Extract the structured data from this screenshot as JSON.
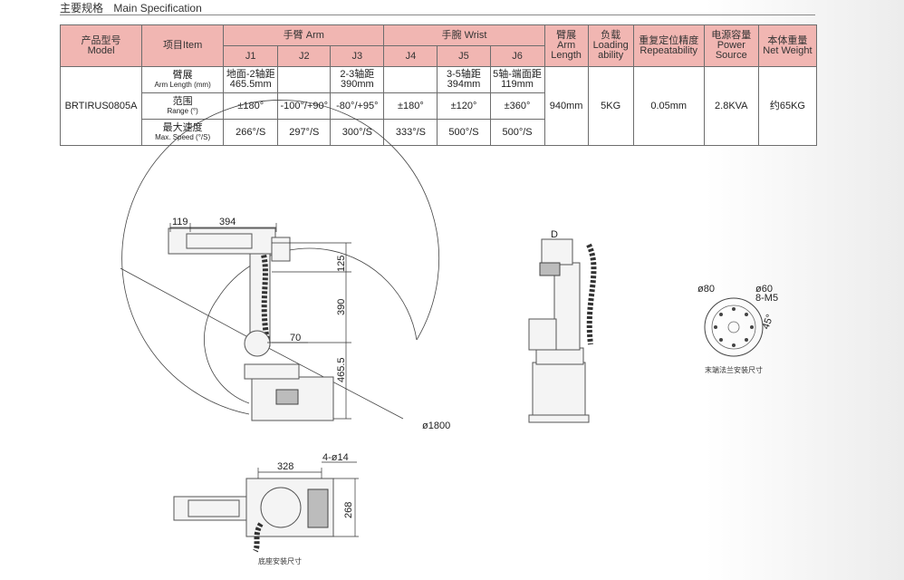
{
  "section": {
    "title_zh": "主要规格",
    "title_en": "Main Specification"
  },
  "table": {
    "col_model_zh": "产品型号",
    "col_model_en": "Model",
    "col_item": "项目Item",
    "arm_group": "手臂 Arm",
    "wrist_group": "手腕 Wrist",
    "joints": [
      "J1",
      "J2",
      "J3",
      "J4",
      "J5",
      "J6"
    ],
    "col_reach_zh": "臂展",
    "col_reach_en1": "Arm",
    "col_reach_en2": "Length",
    "col_load_zh": "负载",
    "col_load_en1": "Loading",
    "col_load_en2": "ability",
    "col_repeat_zh": "重复定位精度",
    "col_repeat_en": "Repeatability",
    "col_power_zh": "电源容量",
    "col_power_en1": "Power",
    "col_power_en2": "Source",
    "col_weight_zh": "本体重量",
    "col_weight_en": "Net Weight",
    "model": "BRTIRUS0805A",
    "rows": [
      {
        "item_zh": "臂展",
        "item_en": "Arm Length (mm)",
        "j1a": "地面-2轴距",
        "j1b": "465.5mm",
        "j2": "",
        "j3a": "2-3轴距",
        "j3b": "390mm",
        "j4": "",
        "j5a": "3-5轴距",
        "j5b": "394mm",
        "j6a": "5轴-端面距",
        "j6b": "119mm"
      },
      {
        "item_zh": "范围",
        "item_en": "Range (°)",
        "j1": "±180°",
        "j2": "-100°/+90°",
        "j3": "-80°/+95°",
        "j4": "±180°",
        "j5": "±120°",
        "j6": "±360°"
      },
      {
        "item_zh": "最大速度",
        "item_en": "Max. Speed (°/S)",
        "j1": "266°/S",
        "j2": "297°/S",
        "j3": "300°/S",
        "j4": "333°/S",
        "j5": "500°/S",
        "j6": "500°/S"
      }
    ],
    "reach": "940mm",
    "load": "5KG",
    "repeat": "0.05mm",
    "power": "2.8KVA",
    "weight": "约65KG"
  },
  "drawings": {
    "side": {
      "d119": "119",
      "d394": "394",
      "d125": "125",
      "d390": "390",
      "d70": "70",
      "d465": "465.5",
      "radius": "ø1800"
    },
    "front": {
      "label_d": "D"
    },
    "flange": {
      "d80": "ø80",
      "d60": "ø60",
      "holes": "8-M5",
      "angle": "45°",
      "caption": "末端法兰安装尺寸"
    },
    "base": {
      "d328": "328",
      "holes": "4-ø14",
      "d268": "268",
      "caption": "底座安装尺寸"
    }
  }
}
